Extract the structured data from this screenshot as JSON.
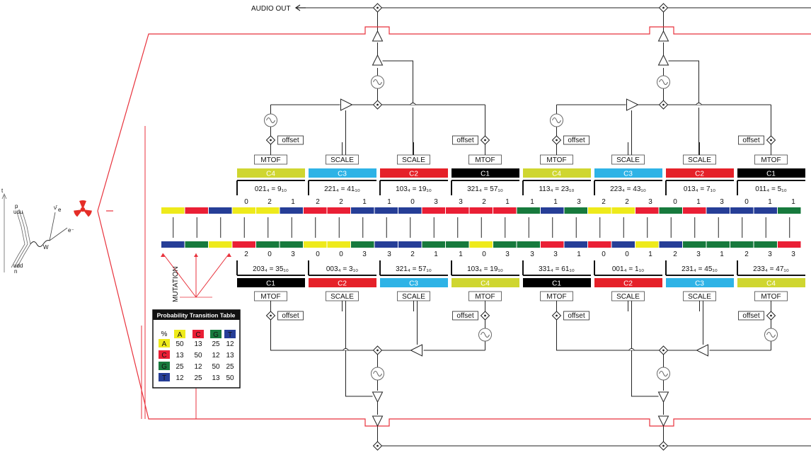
{
  "audio_out_label": "AUDIO OUT",
  "mutation_label": "MUTATION",
  "particle_labels": {
    "t": "t",
    "p": "p",
    "udu": "udu",
    "nu": "ν̄",
    "nu_sub": "e",
    "electron": "e⁻",
    "w": "W",
    "udd": "udd",
    "n": "n"
  },
  "box_labels": {
    "mtof": "MTOF",
    "scale": "SCALE",
    "offset": "offset"
  },
  "channel_names": [
    "C4",
    "C3",
    "C2",
    "C1"
  ],
  "colors": {
    "A": "#eeea1b",
    "C": "#ea1f35",
    "G": "#177a3d",
    "T": "#263e97",
    "C4": "#cfd630",
    "C3": "#2eb3e6",
    "C2": "#e52129",
    "C1": "#000000",
    "red_line": "#e8323c",
    "hazard": "#e52d27"
  },
  "top_strand": {
    "sequence": "ACTAATCCTTTCCCCGTGAACGCTTTGGCCTCCTTCCGGGTCTTTAAC",
    "groups": [
      {
        "channel": "C4",
        "digits": "021",
        "base4": "021",
        "base10": "9"
      },
      {
        "channel": "C3",
        "digits": "221",
        "base4": "221",
        "base10": "41"
      },
      {
        "channel": "C2",
        "digits": "103",
        "base4": "103",
        "base10": "19"
      },
      {
        "channel": "C1",
        "digits": "321",
        "base4": "321",
        "base10": "57"
      },
      {
        "channel": "C4",
        "digits": "113",
        "base4": "113",
        "base10": "23"
      },
      {
        "channel": "C3",
        "digits": "223",
        "base4": "223",
        "base10": "43"
      },
      {
        "channel": "C2",
        "digits": "013",
        "base4": "013",
        "base10": "7"
      },
      {
        "channel": "C1",
        "digits": "011",
        "base4": "011",
        "base10": "5"
      }
    ]
  },
  "bottom_strand": {
    "sequence": "TGACGGAAGTTGGAGGCTCTATGGGGCGGGGCAAAGCCGCCCGGGATTTG",
    "groups": [
      {
        "channel": "C1",
        "digits": "203",
        "base4": "203",
        "base10": "35"
      },
      {
        "channel": "C2",
        "digits": "003",
        "base4": "003",
        "base10": "3"
      },
      {
        "channel": "C3",
        "digits": "321",
        "base4": "321",
        "base10": "57"
      },
      {
        "channel": "C4",
        "digits": "103",
        "base4": "103",
        "base10": "19"
      },
      {
        "channel": "C1",
        "digits": "331",
        "base4": "331",
        "base10": "61"
      },
      {
        "channel": "C2",
        "digits": "001",
        "base4": "001",
        "base10": "1"
      },
      {
        "channel": "C3",
        "digits": "231",
        "base4": "231",
        "base10": "45"
      },
      {
        "channel": "C4",
        "digits": "233",
        "base4": "233",
        "base10": "47"
      }
    ]
  },
  "probability_table": {
    "title": "Probability Transition Table",
    "corner": "%",
    "columns": [
      "A",
      "C",
      "G",
      "T"
    ],
    "rows": [
      {
        "label": "A",
        "values": [
          "50",
          "13",
          "25",
          "12"
        ]
      },
      {
        "label": "C",
        "values": [
          "13",
          "50",
          "12",
          "13"
        ]
      },
      {
        "label": "G",
        "values": [
          "25",
          "12",
          "50",
          "25"
        ]
      },
      {
        "label": "T",
        "values": [
          "12",
          "25",
          "13",
          "50"
        ]
      }
    ]
  }
}
